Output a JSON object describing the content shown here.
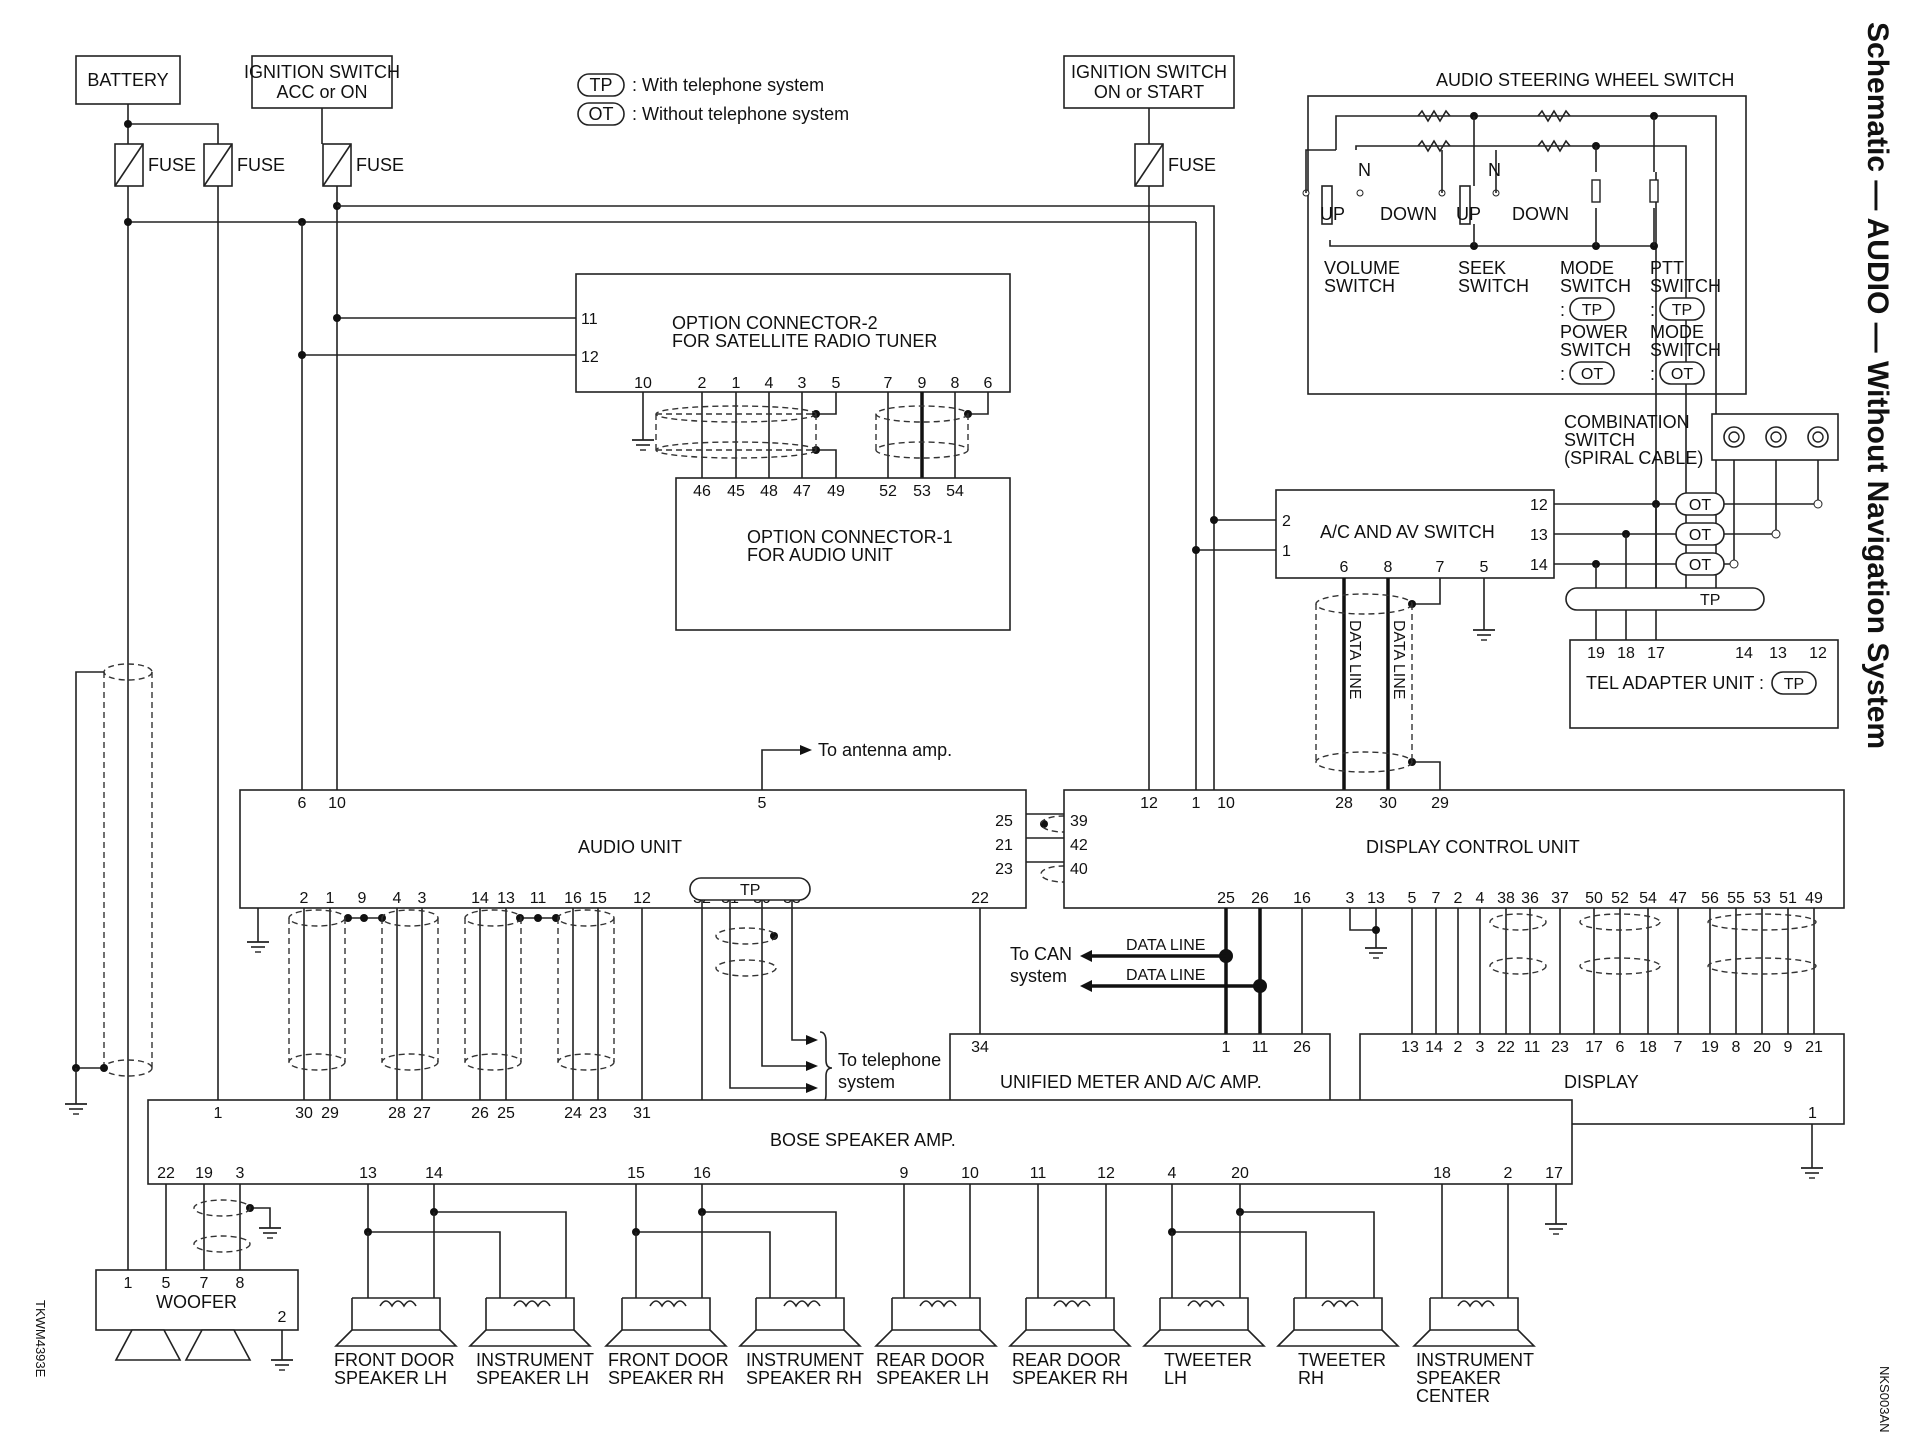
{
  "title": "Schematic — AUDIO — Without Navigation System",
  "code_left": "TKWM4393E",
  "code_right": "NKS003AN",
  "legend": {
    "tp_symbol": "TP",
    "tp_text": ": With telephone system",
    "ot_symbol": "OT",
    "ot_text": ": Without telephone system"
  },
  "power": {
    "battery": "BATTERY",
    "ign_acc_line1": "IGNITION SWITCH",
    "ign_acc_line2": "ACC or ON",
    "ign_on_line1": "IGNITION SWITCH",
    "ign_on_line2": "ON or START",
    "fuse": "FUSE"
  },
  "steering_switch": {
    "title": "AUDIO STEERING WHEEL SWITCH",
    "up": "UP",
    "down": "DOWN",
    "n": "N",
    "volume_1": "VOLUME",
    "volume_2": "SWITCH",
    "seek_1": "SEEK",
    "seek_2": "SWITCH",
    "mode_1": "MODE",
    "mode_2": "SWITCH",
    "ptt_1": "PTT",
    "ptt_2": "SWITCH",
    "power_1": "POWER",
    "power_2": "SWITCH",
    "mode2_1": "MODE",
    "mode2_2": "SWITCH",
    "colon": ":"
  },
  "combination_switch": {
    "line1": "COMBINATION",
    "line2": "SWITCH",
    "line3": "(SPIRAL CABLE)"
  },
  "option2": {
    "line1": "OPTION CONNECTOR-2",
    "line2": "FOR SATELLITE RADIO TUNER",
    "pins_left": [
      "11",
      "12"
    ],
    "pins_bottom": [
      "10",
      "2",
      "1",
      "4",
      "3",
      "5",
      "7",
      "9",
      "8",
      "6"
    ]
  },
  "option1": {
    "line1": "OPTION CONNECTOR-1",
    "line2": "FOR AUDIO UNIT",
    "pins_top": [
      "46",
      "45",
      "48",
      "47",
      "49",
      "52",
      "53",
      "54"
    ]
  },
  "ac_av": {
    "label": "A/C AND AV SWITCH",
    "pins_left": [
      "2",
      "1"
    ],
    "pins_right": [
      "12",
      "13",
      "14"
    ],
    "pins_bottom": [
      "6",
      "8",
      "7",
      "5"
    ]
  },
  "tel_adapter": {
    "label": "TEL ADAPTER UNIT :",
    "pins": [
      "19",
      "18",
      "17",
      "14",
      "13",
      "12"
    ],
    "tp_bar": "TP"
  },
  "data_line": "DATA LINE",
  "antenna": "To antenna amp.",
  "audio_unit": {
    "label": "AUDIO UNIT",
    "pins_top": [
      "6",
      "10",
      "5"
    ],
    "pins_right": [
      "25",
      "21",
      "23"
    ],
    "pins_bottom": [
      "2",
      "1",
      "9",
      "4",
      "3",
      "14",
      "13",
      "11",
      "16",
      "15",
      "12",
      "32",
      "31",
      "30",
      "33",
      "22"
    ]
  },
  "display_control": {
    "label": "DISPLAY CONTROL UNIT",
    "pins_top": [
      "12",
      "1",
      "10",
      "28",
      "30",
      "29"
    ],
    "pins_left": [
      "39",
      "42",
      "40"
    ],
    "pins_bottom": [
      "25",
      "26",
      "16",
      "3",
      "13",
      "5",
      "7",
      "2",
      "4",
      "38",
      "36",
      "37",
      "50",
      "52",
      "54",
      "47",
      "56",
      "55",
      "53",
      "51",
      "49"
    ]
  },
  "to_can_1": "To CAN",
  "to_can_2": "system",
  "to_tel_1": "To telephone",
  "to_tel_2": "system",
  "meter": {
    "label": "UNIFIED METER AND A/C AMP.",
    "pins": [
      "34",
      "1",
      "11",
      "26"
    ]
  },
  "display": {
    "label": "DISPLAY",
    "pins_top": [
      "13",
      "14",
      "2",
      "3",
      "22",
      "11",
      "23",
      "17",
      "6",
      "18",
      "7",
      "19",
      "8",
      "20",
      "9",
      "21"
    ],
    "pin_bottom": "1"
  },
  "bose": {
    "label": "BOSE SPEAKER AMP.",
    "pins_top": [
      "1",
      "30",
      "29",
      "28",
      "27",
      "26",
      "25",
      "24",
      "23",
      "31"
    ],
    "pins_bottom": [
      "22",
      "19",
      "3",
      "13",
      "14",
      "15",
      "16",
      "9",
      "10",
      "11",
      "12",
      "4",
      "20",
      "18",
      "2",
      "17"
    ]
  },
  "woofer": {
    "label": "WOOFER",
    "pins": [
      "1",
      "5",
      "7",
      "8",
      "2"
    ]
  },
  "speakers": [
    {
      "line1": "FRONT DOOR",
      "line2": "SPEAKER LH",
      "line3": ""
    },
    {
      "line1": "INSTRUMENT",
      "line2": "SPEAKER LH",
      "line3": ""
    },
    {
      "line1": "FRONT DOOR",
      "line2": "SPEAKER RH",
      "line3": ""
    },
    {
      "line1": "INSTRUMENT",
      "line2": "SPEAKER RH",
      "line3": ""
    },
    {
      "line1": "REAR DOOR",
      "line2": "SPEAKER LH",
      "line3": ""
    },
    {
      "line1": "REAR DOOR",
      "line2": "SPEAKER RH",
      "line3": ""
    },
    {
      "line1": "TWEETER",
      "line2": "LH",
      "line3": ""
    },
    {
      "line1": "TWEETER",
      "line2": "RH",
      "line3": ""
    },
    {
      "line1": "INSTRUMENT",
      "line2": "SPEAKER",
      "line3": "CENTER"
    }
  ]
}
